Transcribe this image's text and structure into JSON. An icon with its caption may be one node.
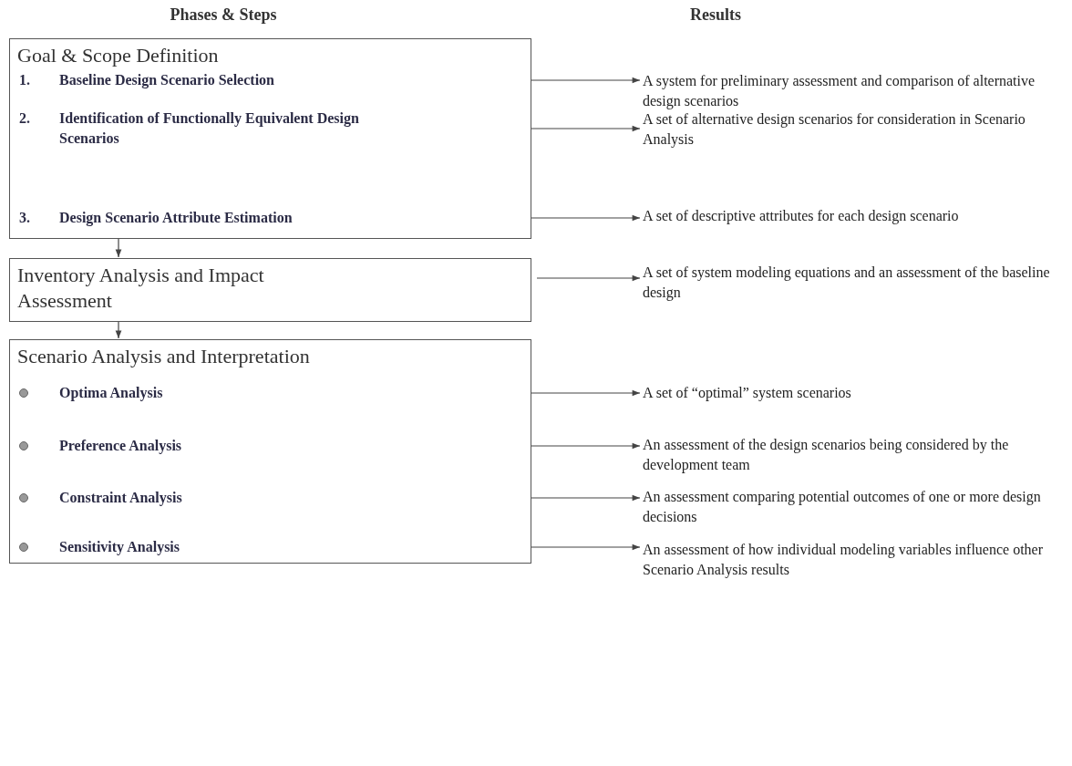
{
  "diagram": {
    "nodes": [
      {
        "text": [
          "Goal & Scope Definition"
        ]
      },
      {
        "text": [
          "1.",
          "Baseline Design Scenario Selection"
        ],
        "in": 0
      },
      {
        "text": [
          "2.",
          "Identification of Functionally Equivalent Design Scenarios"
        ],
        "in": 0
      },
      {
        "text": [
          "3.",
          "Design Scenario Attribute Estimation"
        ],
        "in": 0
      },
      {
        "text": [
          "A system for preliminary assessment and comparison of alternative design scenarios"
        ]
      },
      {
        "text": [
          "A set of alternative design scenarios for consideration in Scenario Analysis"
        ]
      },
      {
        "text": [
          "A set of descriptive attributes for each design scenario"
        ]
      },
      {
        "text": [
          "Inventory Analysis and Impact Assessment"
        ]
      },
      {
        "text": [
          "A set of system modeling equations and an assessment of the baseline design"
        ]
      },
      {
        "text": [
          "Scenario Analysis and Interpretation"
        ]
      },
      {
        "text": [
          "Optima Analysis"
        ],
        "in": 9
      },
      {
        "text": [
          "A set of “optimal” system scenarios"
        ]
      },
      {
        "text": [
          "Preference Analysis"
        ],
        "in": 9
      },
      {
        "text": [
          "An assessment of the design scenarios being considered by the development team"
        ]
      },
      {
        "text": [
          "Constraint Analysis"
        ],
        "in": 9
      },
      {
        "text": [
          "An assessment comparing potential outcomes of one or more design decisions"
        ]
      },
      {
        "text": [
          "Sensitivity Analysis"
        ],
        "in": 9
      },
      {
        "text": [
          "An assessment of how individual modeling variables influence other Scenario Analysis results"
        ]
      }
    ],
    "edges": [
      {
        "from": 1,
        "to": 4,
        "arrow": "to"
      },
      {
        "from": 2,
        "to": 5,
        "arrow": "to"
      },
      {
        "from": 3,
        "to": 6,
        "arrow": "to"
      },
      {
        "from": 0,
        "to": 7,
        "arrow": "to"
      },
      {
        "from": 7,
        "to": 8,
        "arrow": "to"
      },
      {
        "from": 7,
        "to": 9,
        "arrow": "to"
      },
      {
        "from": 10,
        "to": 11,
        "arrow": "to"
      },
      {
        "from": 12,
        "to": 13,
        "arrow": "to"
      },
      {
        "from": 14,
        "to": 15,
        "arrow": "to"
      },
      {
        "from": 16,
        "to": 17,
        "arrow": "to"
      }
    ],
    "labels": [
      "Phases & Steps",
      "Results"
    ]
  }
}
